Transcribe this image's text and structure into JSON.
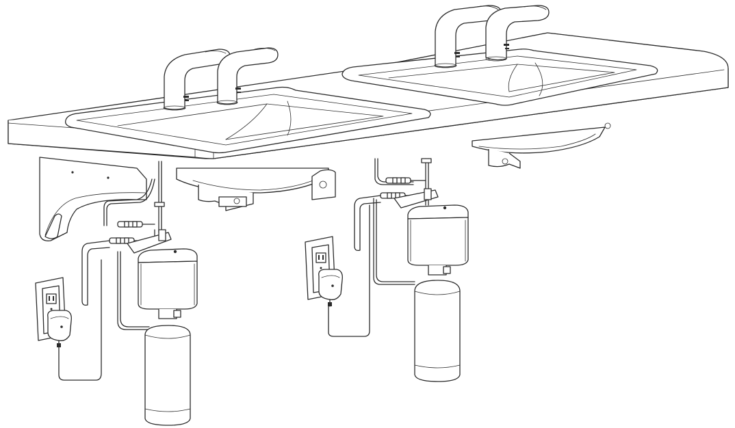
{
  "illustration": {
    "description_tags": [
      "double-vanity",
      "sensor-faucet",
      "soap-dispenser",
      "wall-outlet"
    ],
    "line_color": "#2a2a2a",
    "background": "#ffffff"
  }
}
